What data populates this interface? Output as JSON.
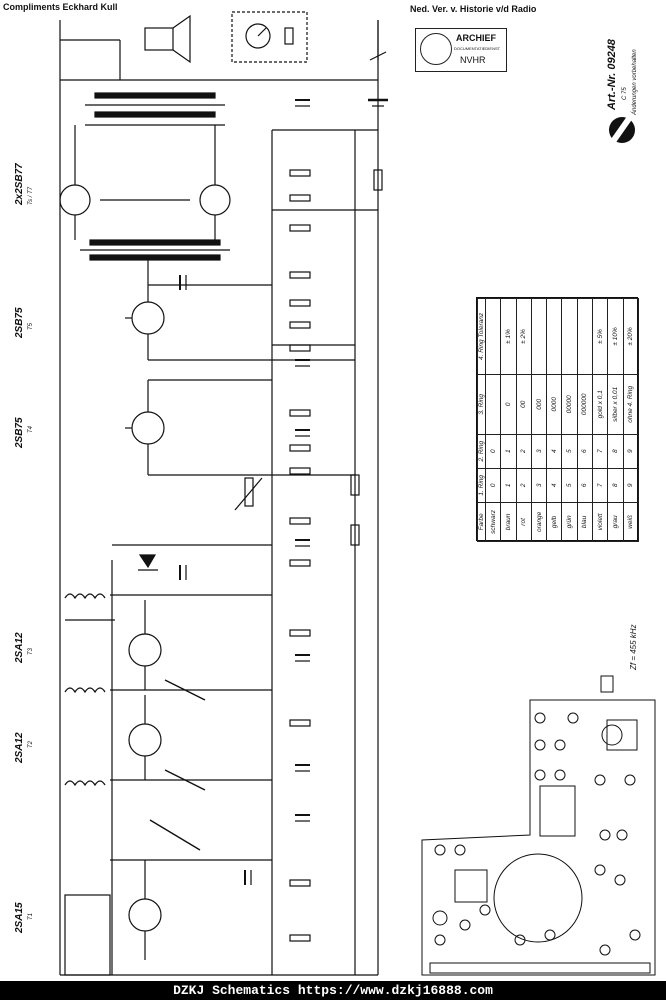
{
  "header": {
    "compliments": "Compliments Eckhard Kull",
    "archive_note": "Ned. Ver. v. Historie v/d Radio"
  },
  "stamp": {
    "line1": "ARCHIEF",
    "line2": "DOCUMENTATIEDIENST",
    "line3": "NVHR"
  },
  "article": {
    "number": "Art.-Nr. 09248",
    "model": "C 75",
    "note": "Änderungen vorbehalten"
  },
  "transistors": [
    {
      "type": "2x2SB77",
      "ref": "Ts / T7"
    },
    {
      "type": "2SB75",
      "ref": "T5"
    },
    {
      "type": "2SB75",
      "ref": "T4"
    },
    {
      "type": "2SA12",
      "ref": "T3"
    },
    {
      "type": "2SA12",
      "ref": "T2"
    },
    {
      "type": "2SA15",
      "ref": "T1"
    }
  ],
  "color_code": {
    "headers": [
      "Farbe",
      "1. Ring",
      "2. Ring",
      "3. Ring",
      "4. Ring Toleranz"
    ],
    "rows": [
      [
        "schwarz",
        "0",
        "0",
        "",
        ""
      ],
      [
        "braun",
        "1",
        "1",
        "0",
        "± 1%"
      ],
      [
        "rot",
        "2",
        "2",
        "00",
        "± 2%"
      ],
      [
        "orange",
        "3",
        "3",
        "000",
        ""
      ],
      [
        "gelb",
        "4",
        "4",
        "0000",
        ""
      ],
      [
        "grün",
        "5",
        "5",
        "00000",
        ""
      ],
      [
        "blau",
        "6",
        "6",
        "000000",
        ""
      ],
      [
        "violett",
        "7",
        "7",
        "gold x 0,1",
        "± 5%"
      ],
      [
        "grau",
        "8",
        "8",
        "silber x 0,01",
        "± 10%"
      ],
      [
        "weiß",
        "9",
        "9",
        "ohne 4. Ring",
        "± 20%"
      ]
    ]
  },
  "frequency_note": "Zf = 455 kHz",
  "footer": "DZKJ Schematics https://www.dzkj16888.com"
}
